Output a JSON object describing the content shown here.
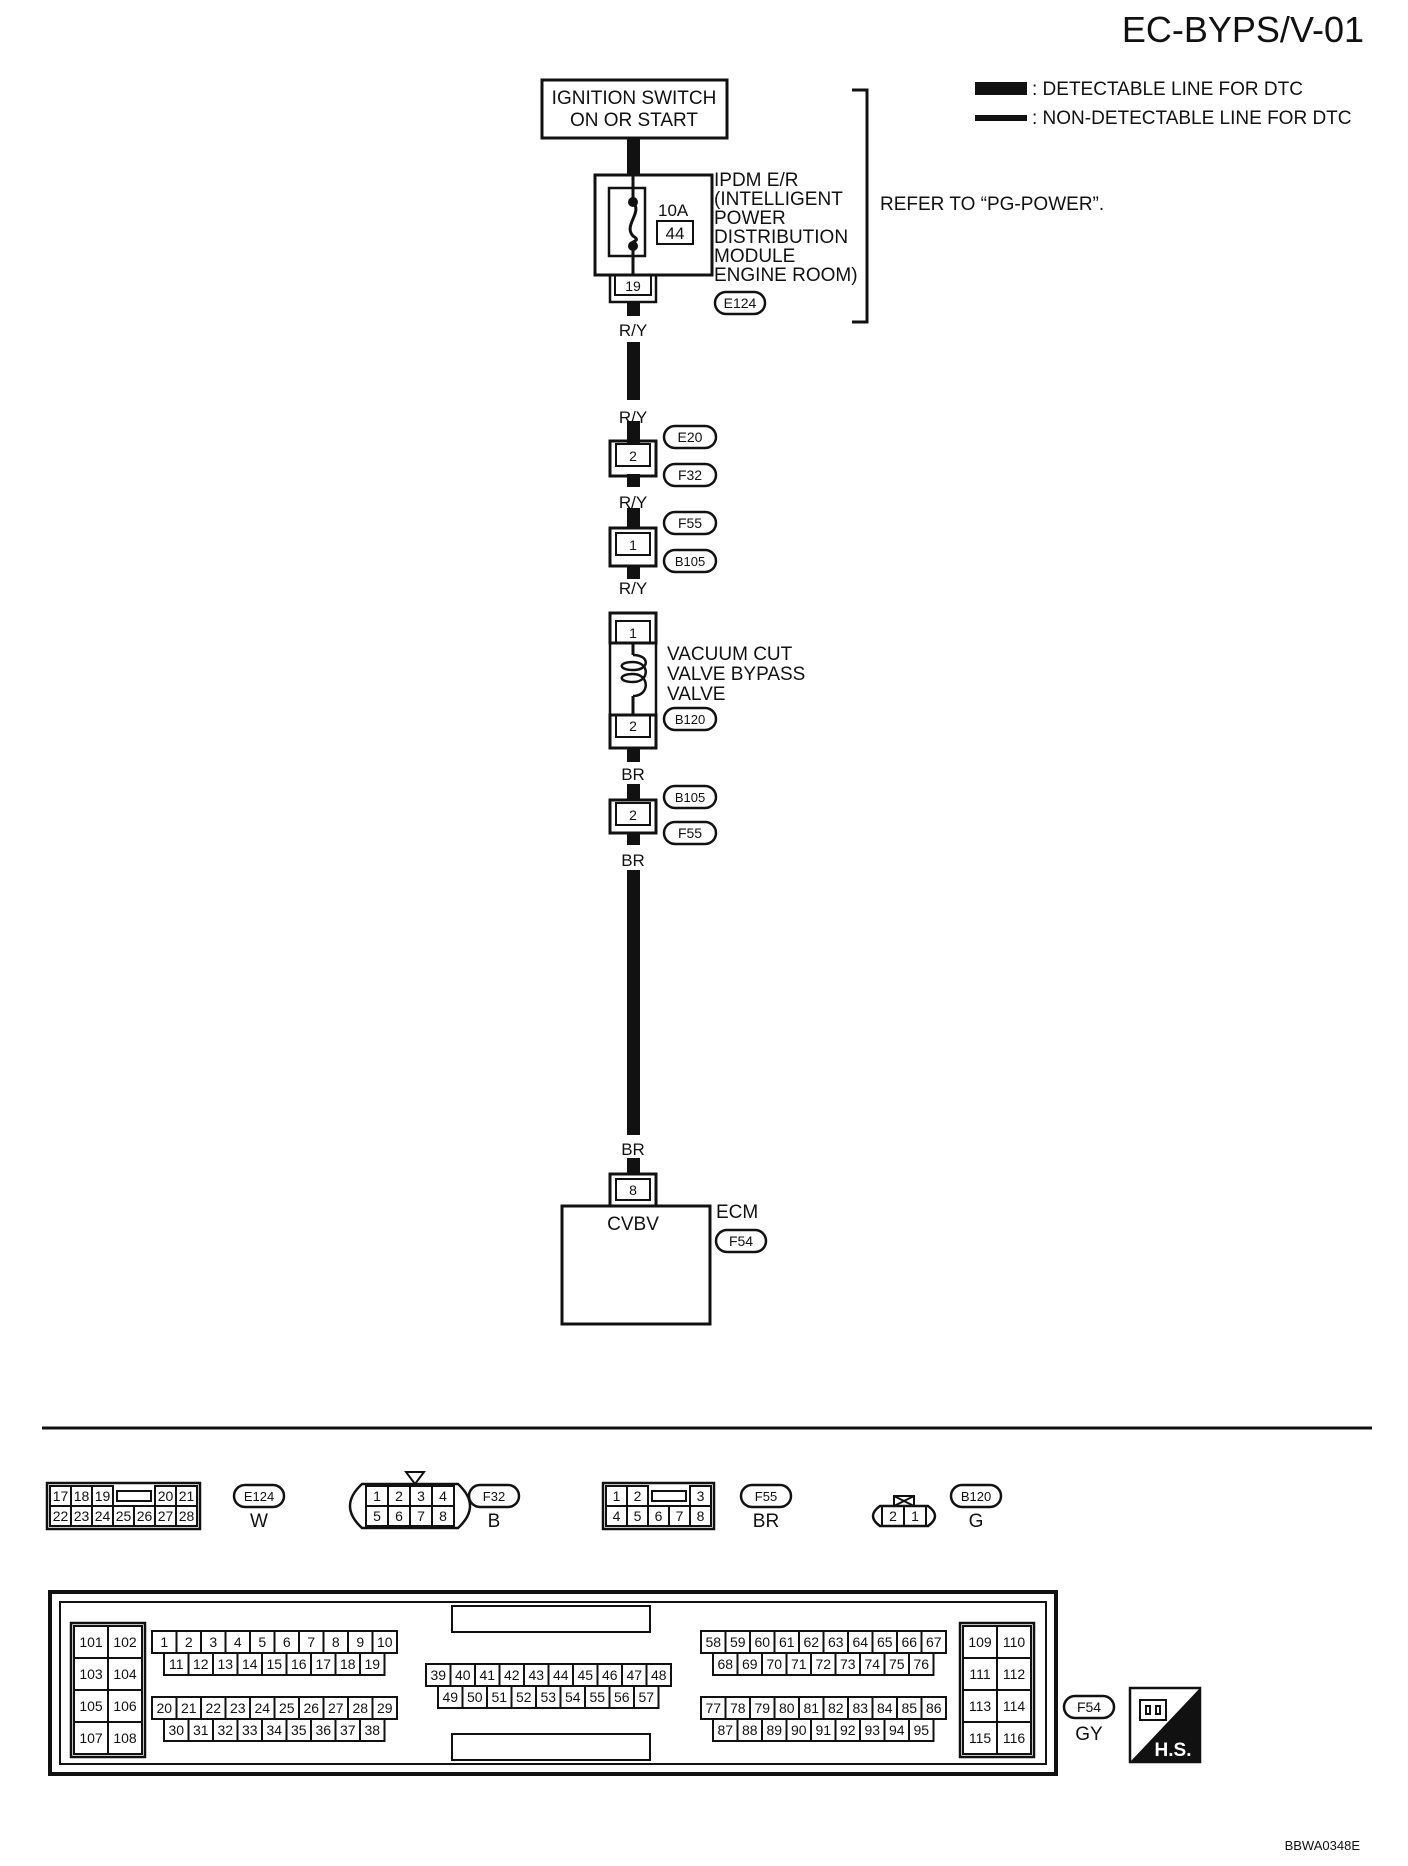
{
  "title": "EC-BYPS/V-01",
  "legend": {
    "detectable": ": DETECTABLE LINE FOR DTC",
    "non_detectable": ": NON-DETECTABLE LINE FOR DTC"
  },
  "ignition": {
    "line1": "IGNITION SWITCH",
    "line2": "ON OR START"
  },
  "ipdm": {
    "lines": [
      "IPDM E/R",
      "(INTELLIGENT",
      "POWER",
      "DISTRIBUTION",
      "MODULE",
      "ENGINE ROOM)"
    ],
    "fuse_rating": "10A",
    "fuse_no": "44",
    "terminal": "19",
    "connector": "E124"
  },
  "refer": "REFER TO “PG-POWER”.",
  "wires": {
    "ry": "R/Y",
    "br": "BR"
  },
  "connectors": {
    "e20": "E20",
    "f32": "F32",
    "f55": "F55",
    "b105": "B105",
    "b120": "B120",
    "f54": "F54",
    "pin_2": "2",
    "pin_1": "1",
    "pin_8": "8"
  },
  "valve": {
    "lines": [
      "VACUUM CUT",
      "VALVE BYPASS",
      "VALVE"
    ],
    "pin_top": "1",
    "pin_bottom": "2"
  },
  "ecm": {
    "label": "ECM",
    "terminal_label": "CVBV",
    "pin": "8",
    "connector": "F54"
  },
  "connector_views": {
    "e124": {
      "id": "E124",
      "color": "W",
      "row1": [
        "17",
        "18",
        "19",
        "20",
        "21"
      ],
      "row2": [
        "22",
        "23",
        "24",
        "25",
        "26",
        "27",
        "28"
      ]
    },
    "f32": {
      "id": "F32",
      "color": "B",
      "row1": [
        "1",
        "2",
        "3",
        "4"
      ],
      "row2": [
        "5",
        "6",
        "7",
        "8"
      ]
    },
    "f55": {
      "id": "F55",
      "color": "BR",
      "row1": [
        "1",
        "2",
        "3"
      ],
      "row2": [
        "4",
        "5",
        "6",
        "7",
        "8"
      ]
    },
    "b120": {
      "id": "B120",
      "color": "G",
      "pins": [
        "2",
        "1"
      ]
    },
    "f54": {
      "id": "F54",
      "color": "GY"
    }
  },
  "ecm_pins": {
    "left": [
      "101",
      "102",
      "103",
      "104",
      "105",
      "106",
      "107",
      "108"
    ],
    "b1r1": [
      "1",
      "2",
      "3",
      "4",
      "5",
      "6",
      "7",
      "8",
      "9",
      "10"
    ],
    "b1r2": [
      "11",
      "12",
      "13",
      "14",
      "15",
      "16",
      "17",
      "18",
      "19"
    ],
    "b1r3": [
      "20",
      "21",
      "22",
      "23",
      "24",
      "25",
      "26",
      "27",
      "28",
      "29"
    ],
    "b1r4": [
      "30",
      "31",
      "32",
      "33",
      "34",
      "35",
      "36",
      "37",
      "38"
    ],
    "mid1": [
      "39",
      "40",
      "41",
      "42",
      "43",
      "44",
      "45",
      "46",
      "47",
      "48"
    ],
    "mid2": [
      "49",
      "50",
      "51",
      "52",
      "53",
      "54",
      "55",
      "56",
      "57"
    ],
    "b3r1": [
      "58",
      "59",
      "60",
      "61",
      "62",
      "63",
      "64",
      "65",
      "66",
      "67"
    ],
    "b3r2": [
      "68",
      "69",
      "70",
      "71",
      "72",
      "73",
      "74",
      "75",
      "76"
    ],
    "b3r3": [
      "77",
      "78",
      "79",
      "80",
      "81",
      "82",
      "83",
      "84",
      "85",
      "86"
    ],
    "b3r4": [
      "87",
      "88",
      "89",
      "90",
      "91",
      "92",
      "93",
      "94",
      "95"
    ],
    "right": [
      "109",
      "110",
      "111",
      "112",
      "113",
      "114",
      "115",
      "116"
    ]
  },
  "hs_label": "H.S.",
  "figure_code": "BBWA0348E"
}
